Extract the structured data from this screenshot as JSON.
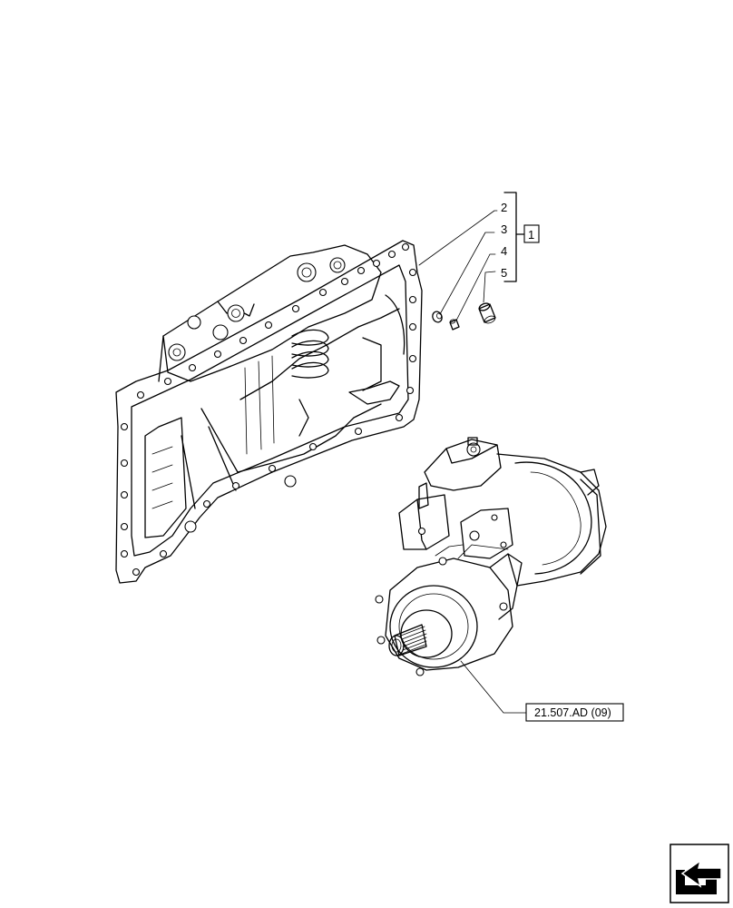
{
  "callouts": {
    "item_2": "2",
    "item_3": "3",
    "item_4": "4",
    "item_5": "5",
    "group_ref": "1",
    "pump_ref": "21.507.AD (09)"
  },
  "icons": {
    "nav": "next-page-arrow-icon"
  }
}
